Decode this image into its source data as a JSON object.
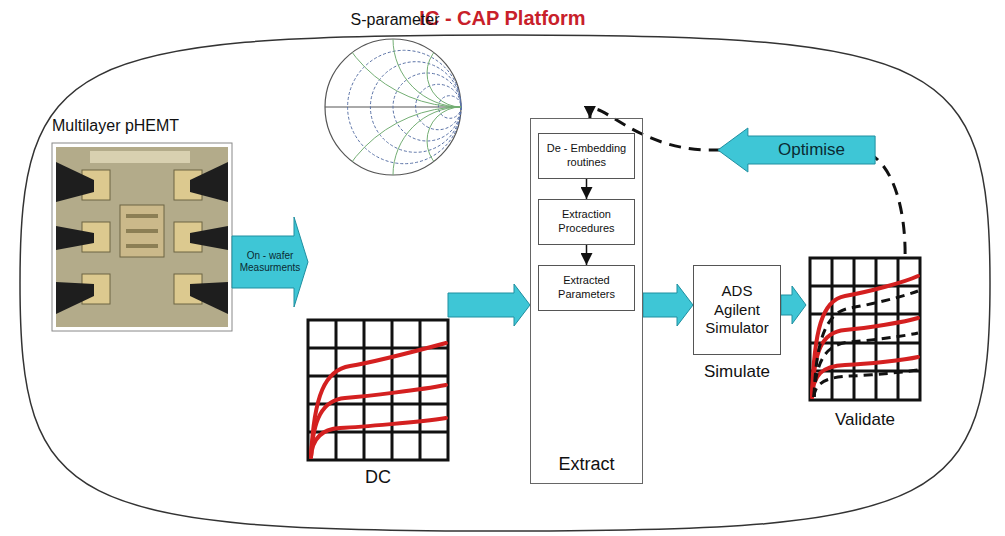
{
  "diagram": {
    "title": "IC - CAP Platform",
    "nodes": [
      {
        "text": [
          "Multilayer pHEMT"
        ]
      },
      {
        "text": [
          "S-parameter"
        ]
      },
      {
        "text": [
          "DC"
        ]
      },
      {
        "text": [
          "Extract"
        ]
      },
      {
        "text": [
          "De - Embedding routines"
        ],
        "in": 3
      },
      {
        "text": [
          "Extraction Procedures"
        ],
        "in": 3
      },
      {
        "text": [
          "Extracted Parameters"
        ],
        "in": 3
      },
      {
        "text": [
          "ADS Agilent Simulator",
          "Simulate"
        ]
      },
      {
        "text": [
          "Validate"
        ]
      }
    ],
    "edges": [
      {
        "from": 0,
        "to": 2,
        "label": "On - wafer Measurments",
        "arrow": "to"
      },
      {
        "from": 2,
        "to": 3,
        "arrow": "to"
      },
      {
        "from": 4,
        "to": 5,
        "arrow": "to"
      },
      {
        "from": 5,
        "to": 6,
        "arrow": "to"
      },
      {
        "from": 3,
        "to": 7,
        "arrow": "to"
      },
      {
        "from": 7,
        "to": 8,
        "arrow": "to"
      },
      {
        "from": 8,
        "to": 3,
        "label": "Optimise",
        "arrow": "to"
      }
    ]
  }
}
